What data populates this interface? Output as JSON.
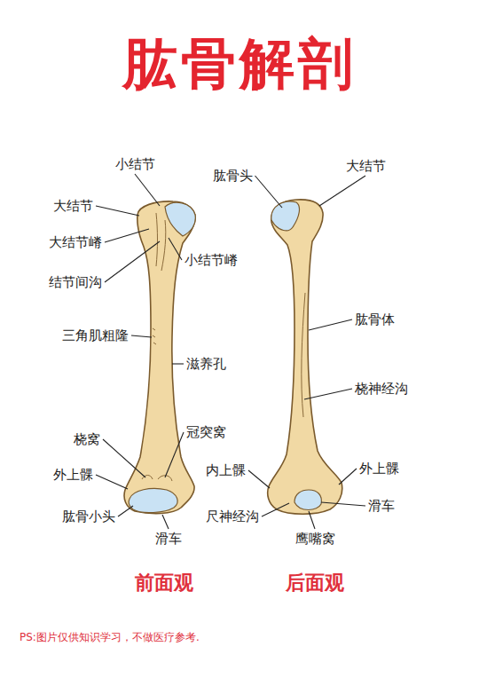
{
  "diagram": {
    "title": "肱骨解剖",
    "labels": [
      "小结节",
      "大结节",
      "大结节嵴",
      "结节间沟",
      "三角肌粗隆",
      "桡窝",
      "外上髁",
      "肱骨小头",
      "滑车",
      "小结节嵴",
      "滋养孔",
      "冠突窝",
      "内上髁",
      "尺神经沟",
      "肱骨头",
      "大结节",
      "肱骨体",
      "桡神经沟",
      "外上髁",
      "滑车",
      "鹰嘴窝",
      "前面观",
      "后面观",
      "PS:图片仅供知识学习，不做医疗参考."
    ]
  }
}
